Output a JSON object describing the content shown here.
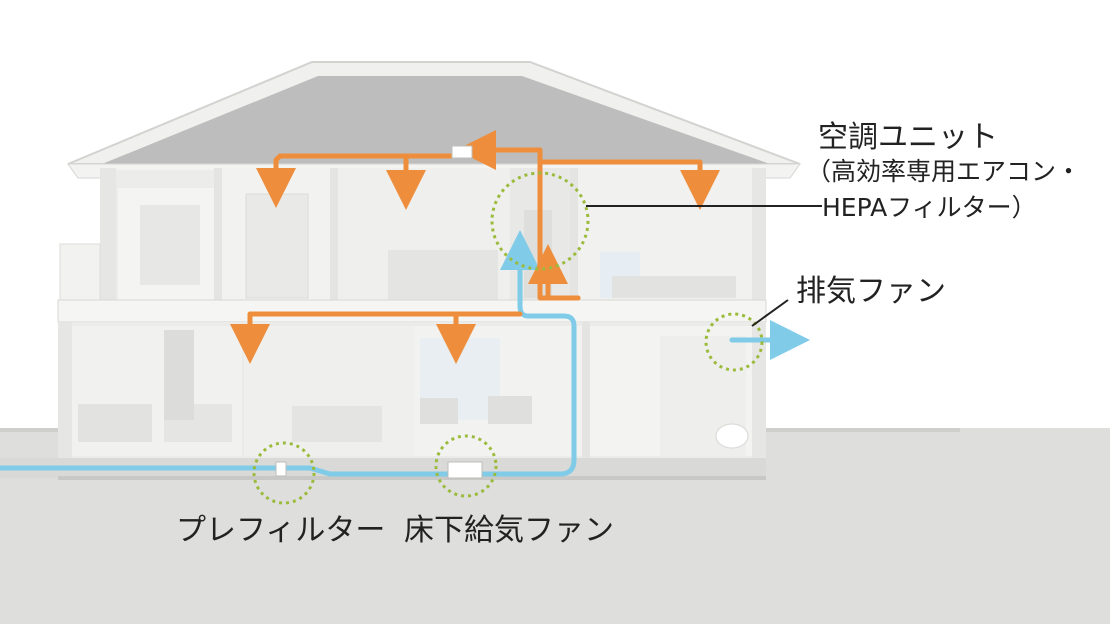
{
  "labels": {
    "ac_unit_line1": "空調ユニット",
    "ac_unit_line2": "（高効率専用エアコン・",
    "ac_unit_line3": "HEPAフィルター）",
    "exhaust_fan": "排気ファン",
    "prefilter": "プレフィルター",
    "underfloor_supply_fan": "床下給気ファン"
  },
  "colors": {
    "supply_air": "#7fcbe8",
    "return_air": "#ee8e3c",
    "equipment_marker": "#9bbb3c",
    "house": "#f1f1ef",
    "roof": "#bdbdbd",
    "ground": "#dededc",
    "text": "#222222"
  }
}
